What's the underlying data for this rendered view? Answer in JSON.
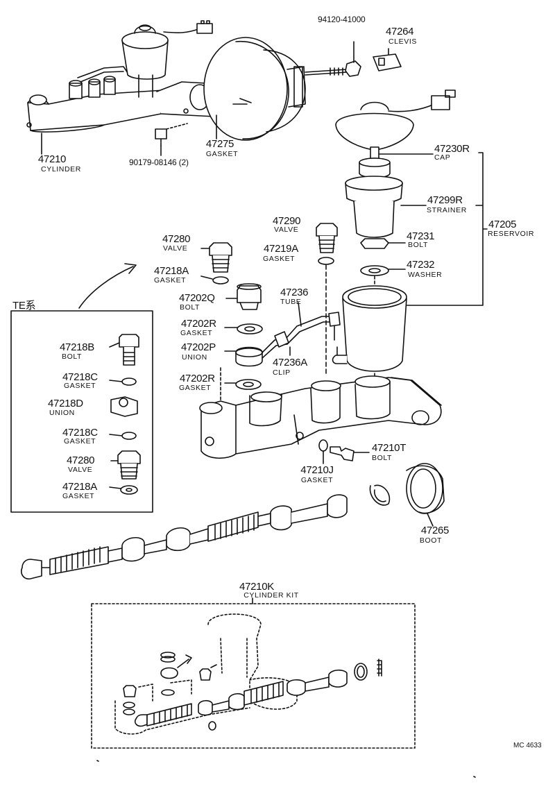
{
  "diagram_code": "MC 4633",
  "te_box_title": "TE系",
  "labels": {
    "p47210": {
      "num": "47210",
      "name": "CYLINDER"
    },
    "p90179": {
      "num": "90179-08146 (2)"
    },
    "p47275": {
      "num": "47275",
      "name": "GASKET"
    },
    "p94120": {
      "num": "94120-41000"
    },
    "p47264": {
      "num": "47264",
      "name": "CLEVIS"
    },
    "p47230R": {
      "num": "47230R",
      "name": "CAP"
    },
    "p47299R": {
      "num": "47299R",
      "name": "STRAINER"
    },
    "p47205": {
      "num": "47205",
      "name": "RESERVOIR"
    },
    "p47231": {
      "num": "47231",
      "name": "BOLT"
    },
    "p47232": {
      "num": "47232",
      "name": "WASHER"
    },
    "p47290": {
      "num": "47290",
      "name": "VALVE"
    },
    "p47219A": {
      "num": "47219A",
      "name": "GASKET"
    },
    "p47280": {
      "num": "47280",
      "name": "VALVE"
    },
    "p47218A": {
      "num": "47218A",
      "name": "GASKET"
    },
    "p47202Q": {
      "num": "47202Q",
      "name": "BOLT"
    },
    "p47236": {
      "num": "47236",
      "name": "TUBE"
    },
    "p47202R1": {
      "num": "47202R",
      "name": "GASKET"
    },
    "p47202P": {
      "num": "47202P",
      "name": "UNION"
    },
    "p47236A": {
      "num": "47236A",
      "name": "CLIP"
    },
    "p47202R2": {
      "num": "47202R",
      "name": "GASKET"
    },
    "p47210T": {
      "num": "47210T",
      "name": "BOLT"
    },
    "p47210J": {
      "num": "47210J",
      "name": "GASKET"
    },
    "p47265": {
      "num": "47265",
      "name": "BOOT"
    },
    "p47210K": {
      "num": "47210K",
      "name": "CYLINDER KIT"
    },
    "te47218B": {
      "num": "47218B",
      "name": "BOLT"
    },
    "te47218C1": {
      "num": "47218C",
      "name": "GASKET"
    },
    "te47218D": {
      "num": "47218D",
      "name": "UNION"
    },
    "te47218C2": {
      "num": "47218C",
      "name": "GASKET"
    },
    "te47280": {
      "num": "47280",
      "name": "VALVE"
    },
    "te47218A": {
      "num": "47218A",
      "name": "GASKET"
    }
  }
}
